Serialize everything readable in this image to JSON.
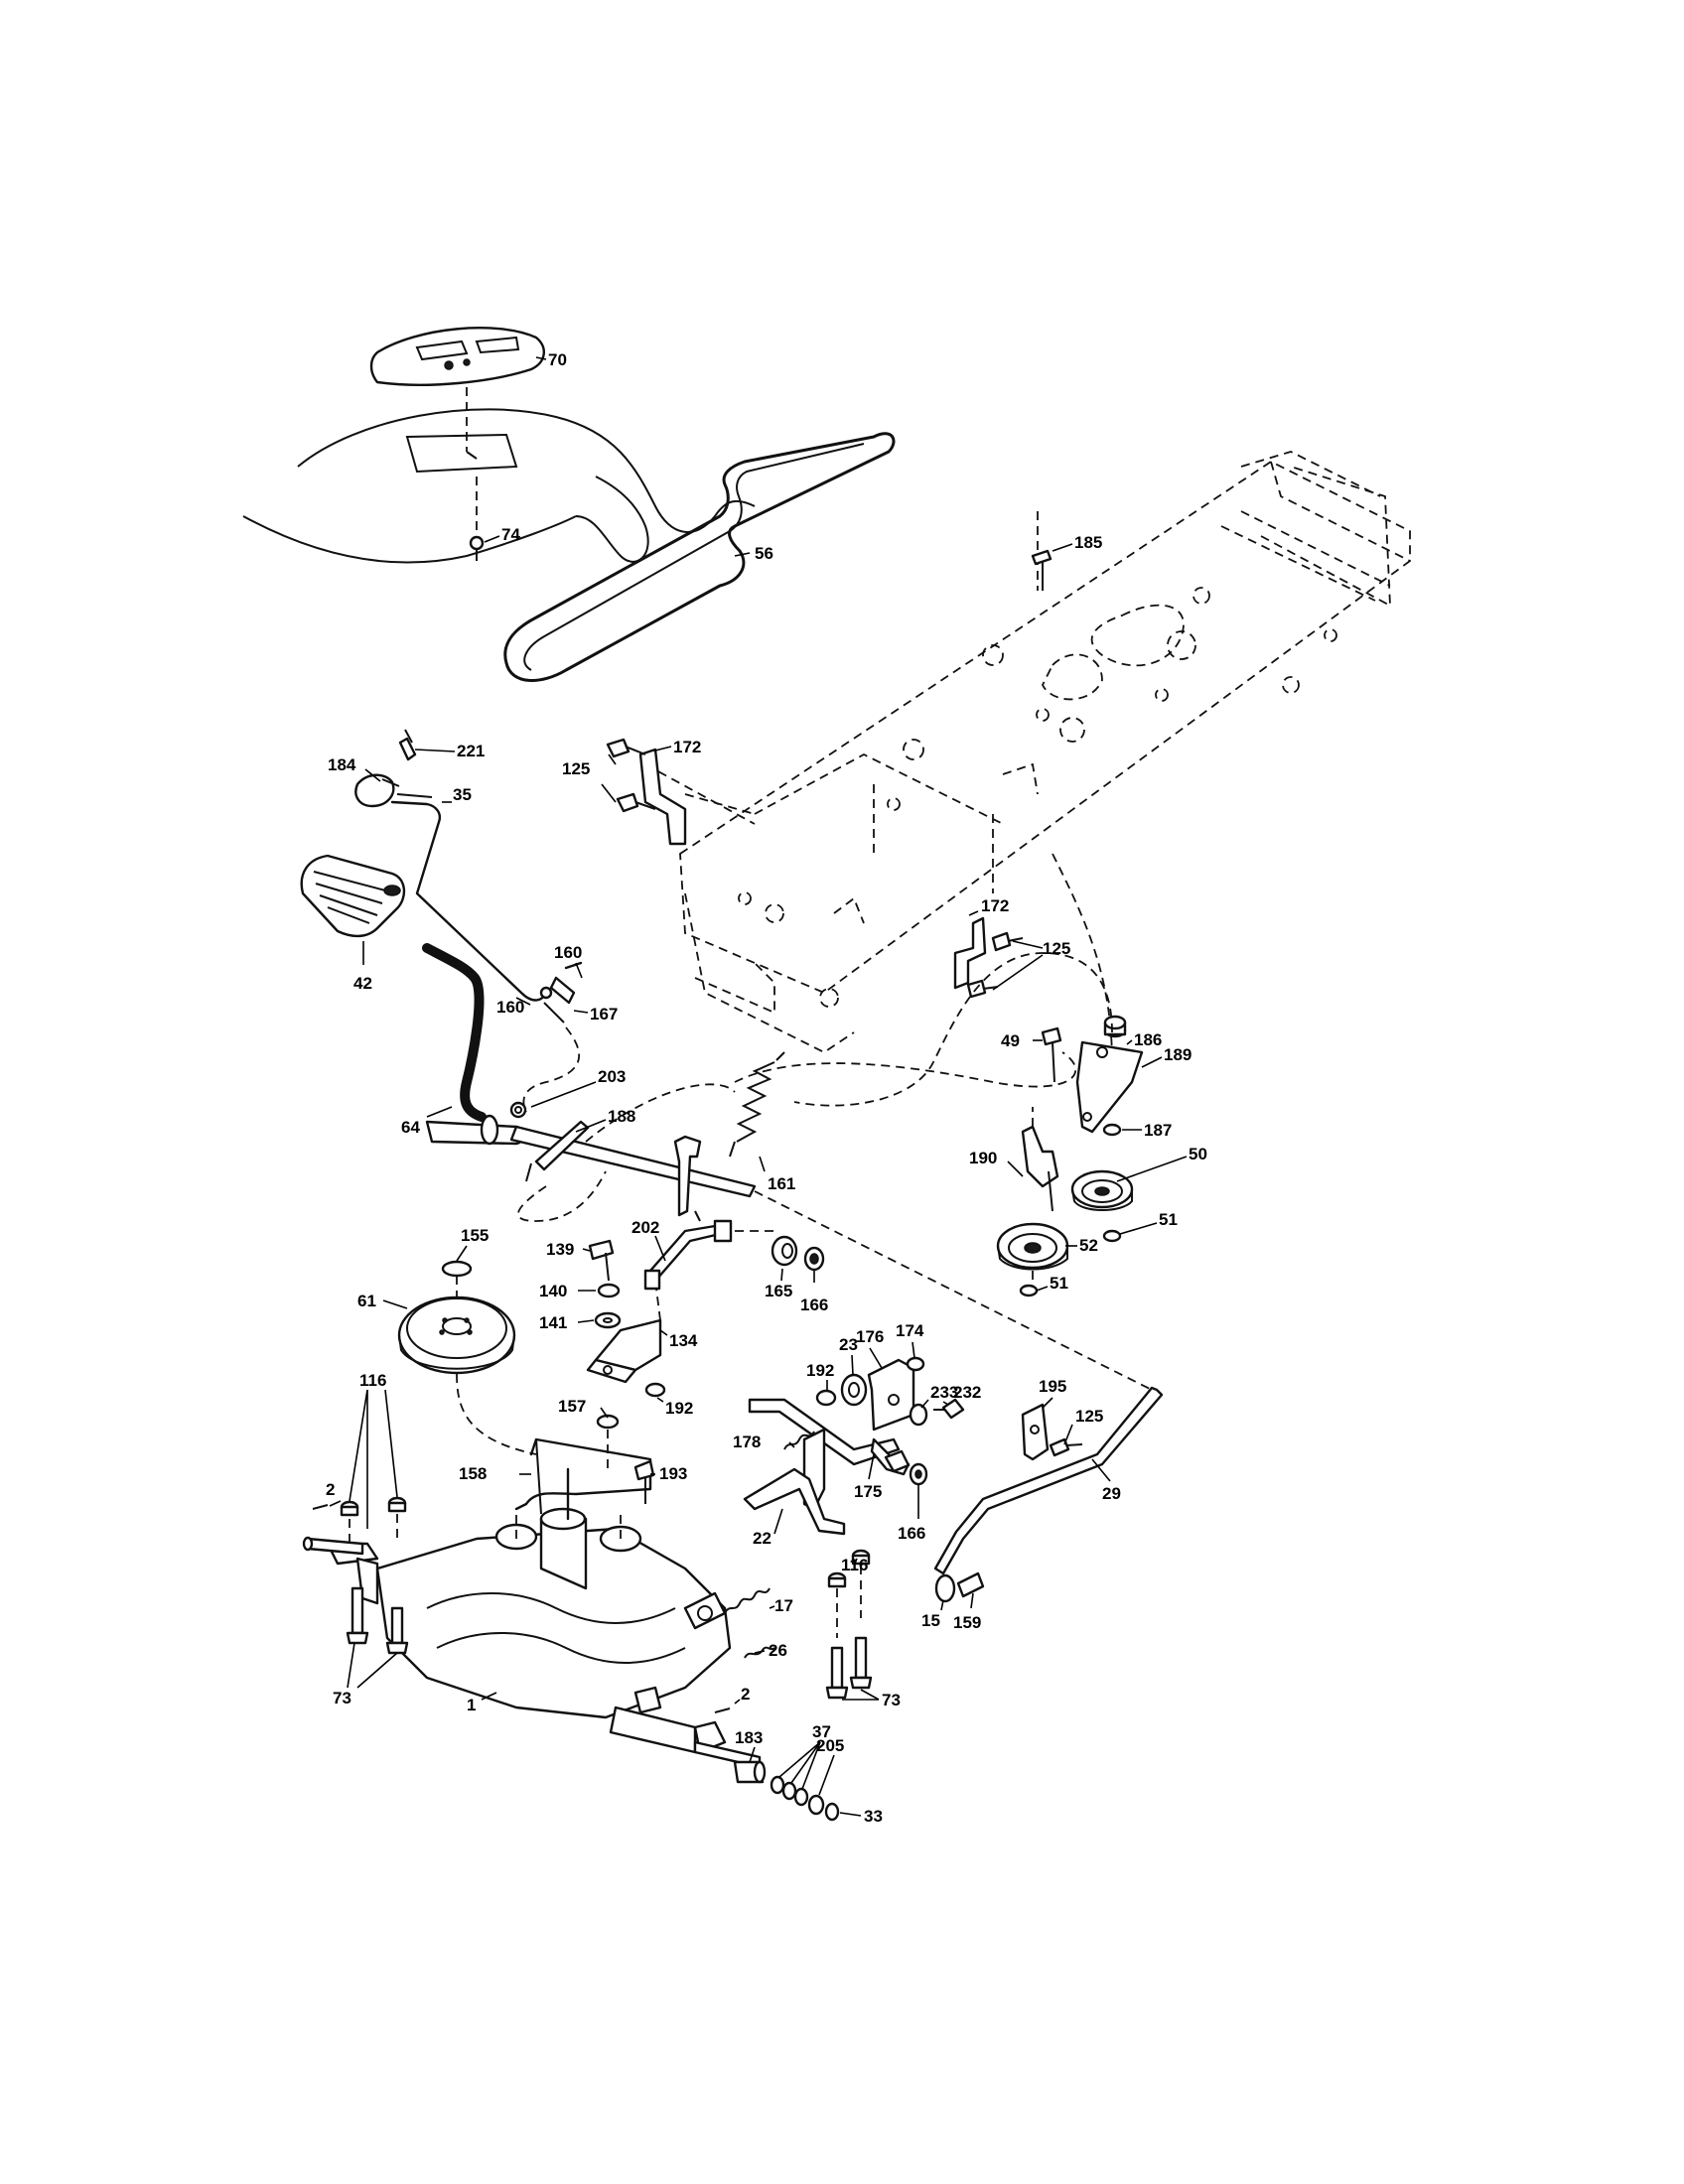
{
  "callouts": [
    {
      "id": "c70",
      "text": "70"
    },
    {
      "id": "c74",
      "text": "74"
    },
    {
      "id": "c56",
      "text": "56"
    },
    {
      "id": "c185",
      "text": "185"
    },
    {
      "id": "c221",
      "text": "221"
    },
    {
      "id": "c184",
      "text": "184"
    },
    {
      "id": "c35",
      "text": "35"
    },
    {
      "id": "c42",
      "text": "42"
    },
    {
      "id": "c172a",
      "text": "172"
    },
    {
      "id": "c125a",
      "text": "125"
    },
    {
      "id": "c172b",
      "text": "172"
    },
    {
      "id": "c125b",
      "text": "125"
    },
    {
      "id": "c160a",
      "text": "160"
    },
    {
      "id": "c160b",
      "text": "160"
    },
    {
      "id": "c167",
      "text": "167"
    },
    {
      "id": "c203",
      "text": "203"
    },
    {
      "id": "c188",
      "text": "188"
    },
    {
      "id": "c64",
      "text": "64"
    },
    {
      "id": "c161",
      "text": "161"
    },
    {
      "id": "c186",
      "text": "186"
    },
    {
      "id": "c49",
      "text": "49"
    },
    {
      "id": "c189",
      "text": "189"
    },
    {
      "id": "c187",
      "text": "187"
    },
    {
      "id": "c50",
      "text": "50"
    },
    {
      "id": "c190",
      "text": "190"
    },
    {
      "id": "c51a",
      "text": "51"
    },
    {
      "id": "c52",
      "text": "52"
    },
    {
      "id": "c51b",
      "text": "51"
    },
    {
      "id": "c155",
      "text": "155"
    },
    {
      "id": "c139",
      "text": "139"
    },
    {
      "id": "c202",
      "text": "202"
    },
    {
      "id": "c165",
      "text": "165"
    },
    {
      "id": "c166a",
      "text": "166"
    },
    {
      "id": "c61",
      "text": "61"
    },
    {
      "id": "c140",
      "text": "140"
    },
    {
      "id": "c141",
      "text": "141"
    },
    {
      "id": "c134",
      "text": "134"
    },
    {
      "id": "c23",
      "text": "23"
    },
    {
      "id": "c176",
      "text": "176"
    },
    {
      "id": "c174",
      "text": "174"
    },
    {
      "id": "c192a",
      "text": "192"
    },
    {
      "id": "c233",
      "text": "233"
    },
    {
      "id": "c232",
      "text": "232"
    },
    {
      "id": "c192b",
      "text": "192"
    },
    {
      "id": "c195",
      "text": "195"
    },
    {
      "id": "c125c",
      "text": "125"
    },
    {
      "id": "c116a",
      "text": "116"
    },
    {
      "id": "c157",
      "text": "157"
    },
    {
      "id": "c178",
      "text": "178"
    },
    {
      "id": "c158",
      "text": "158"
    },
    {
      "id": "c193",
      "text": "193"
    },
    {
      "id": "c175",
      "text": "175"
    },
    {
      "id": "c29",
      "text": "29"
    },
    {
      "id": "c2a",
      "text": "2"
    },
    {
      "id": "c22",
      "text": "22"
    },
    {
      "id": "c166b",
      "text": "166"
    },
    {
      "id": "c116b",
      "text": "116"
    },
    {
      "id": "c17",
      "text": "17"
    },
    {
      "id": "c15",
      "text": "15"
    },
    {
      "id": "c159",
      "text": "159"
    },
    {
      "id": "c73a",
      "text": "73"
    },
    {
      "id": "c26",
      "text": "26"
    },
    {
      "id": "c1",
      "text": "1"
    },
    {
      "id": "c2b",
      "text": "2"
    },
    {
      "id": "c73b",
      "text": "73"
    },
    {
      "id": "c183",
      "text": "183"
    },
    {
      "id": "c37",
      "text": "37"
    },
    {
      "id": "c205",
      "text": "205"
    },
    {
      "id": "c33",
      "text": "33"
    }
  ]
}
